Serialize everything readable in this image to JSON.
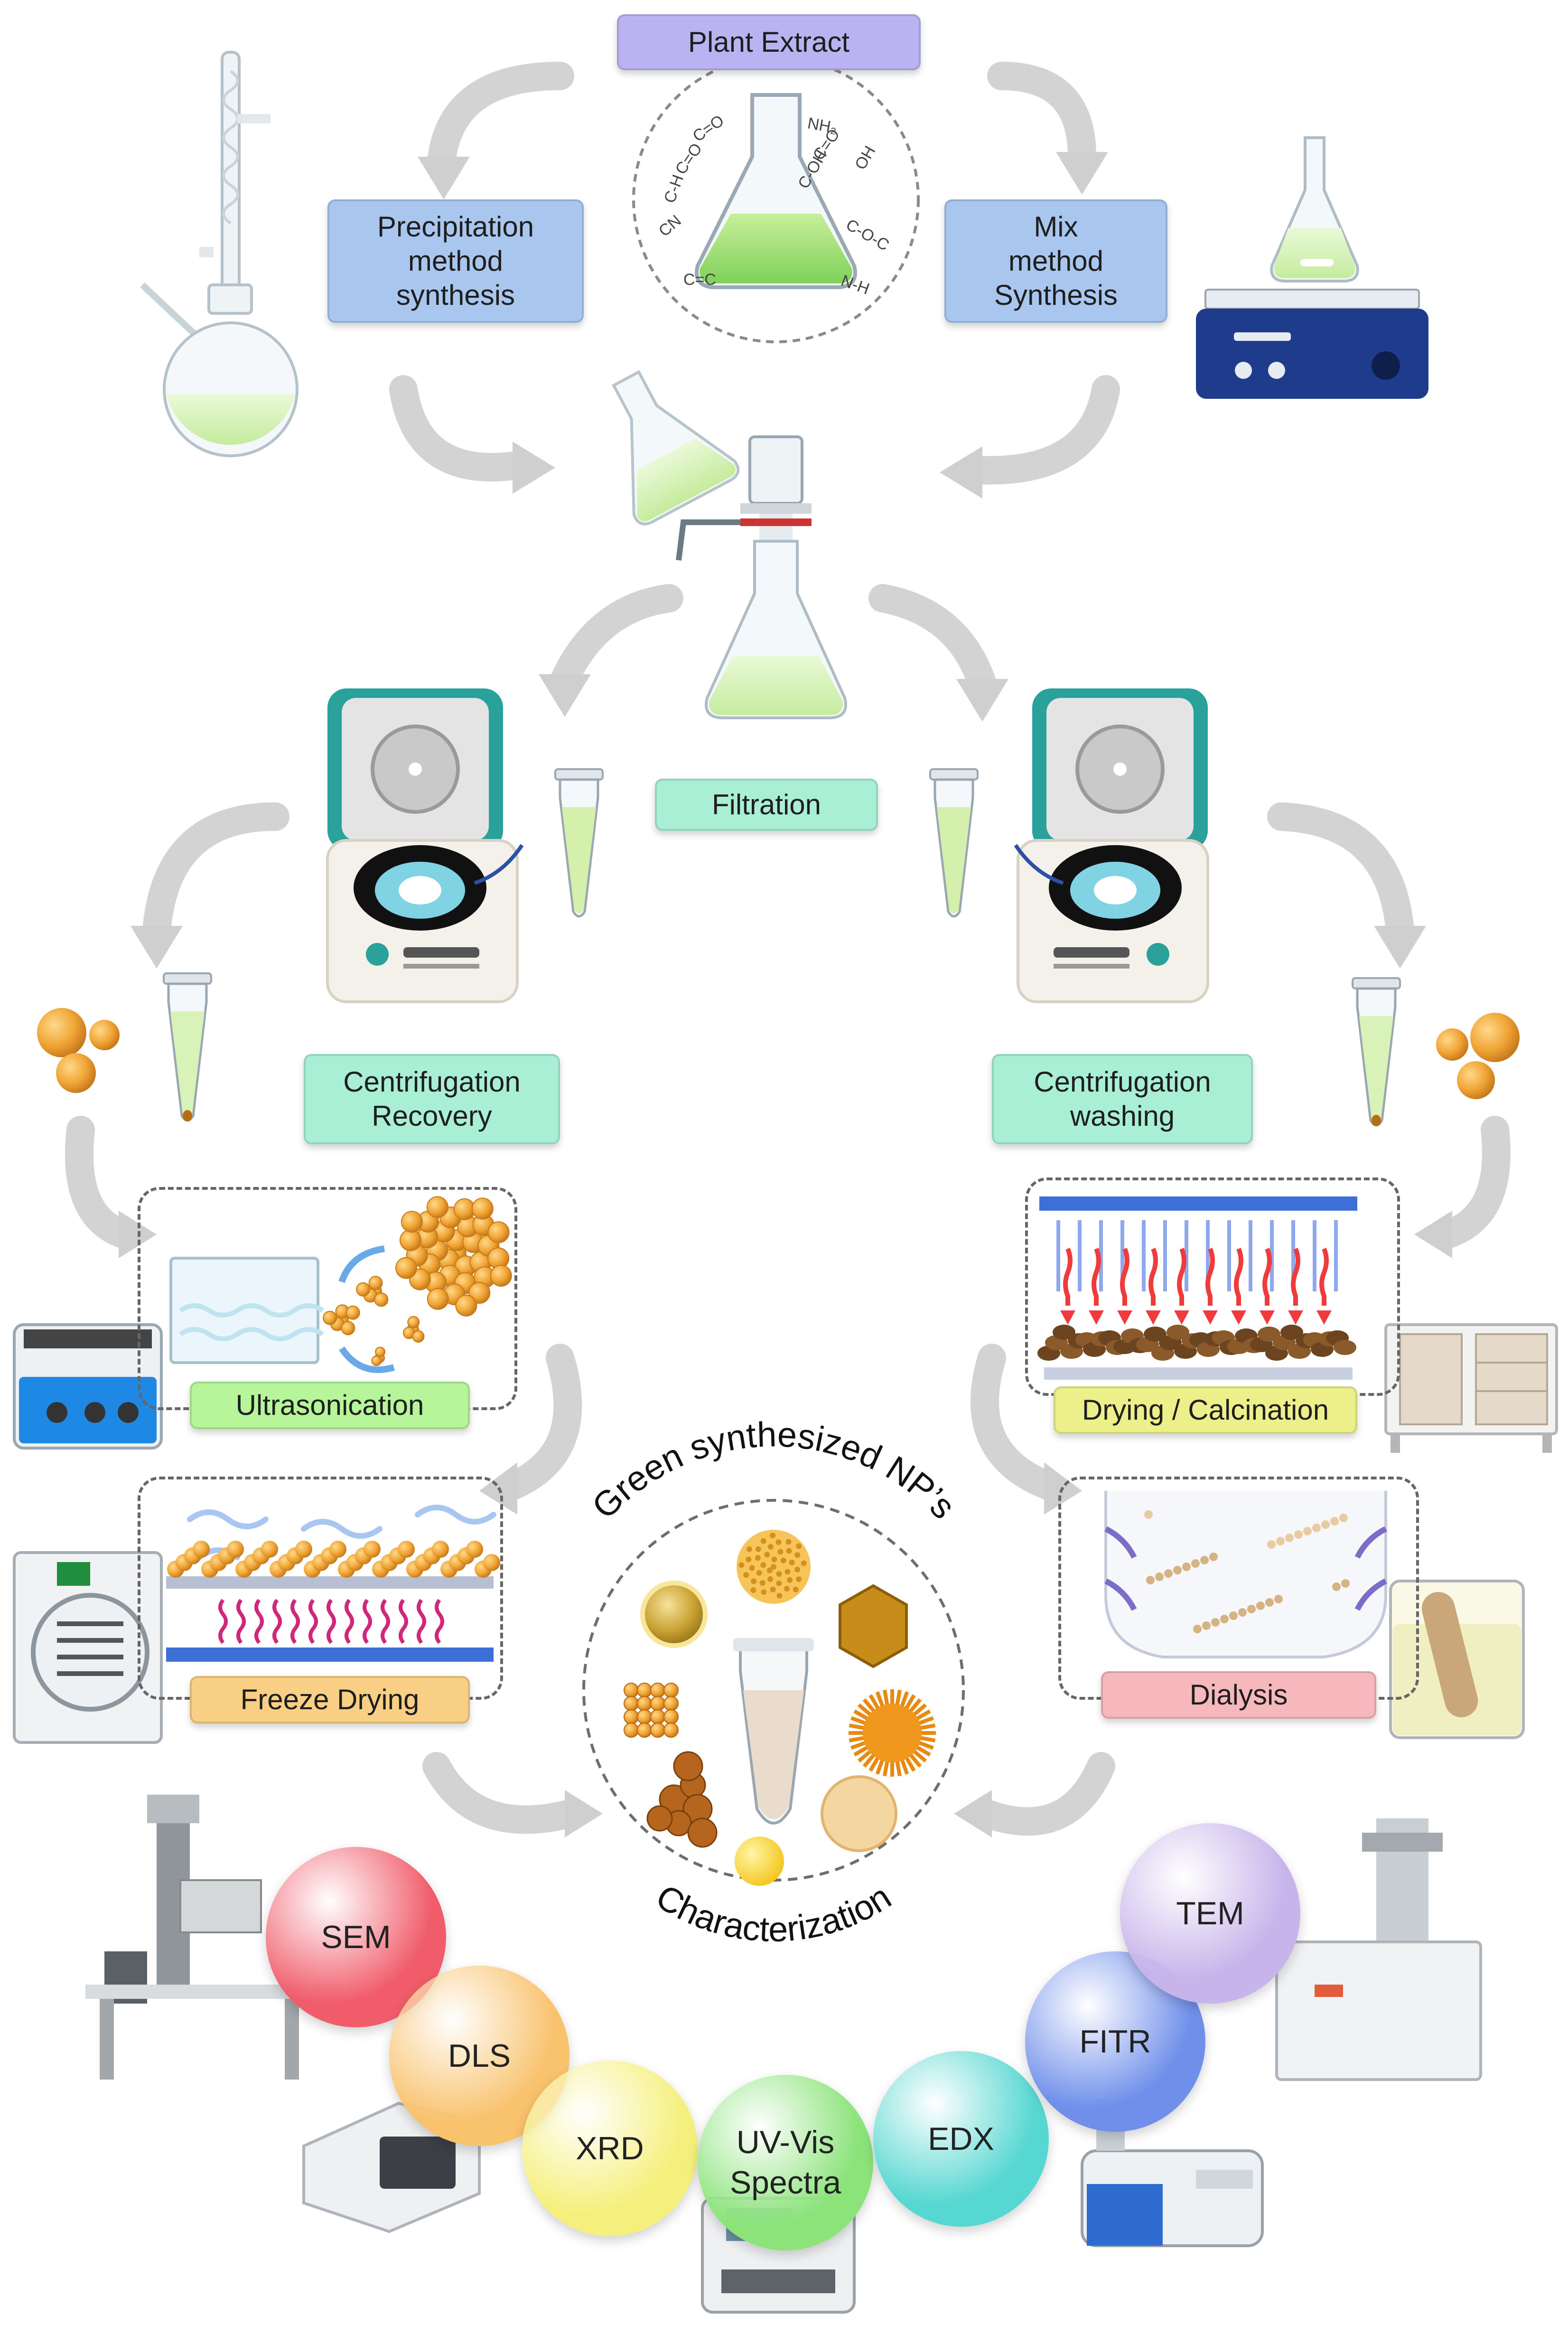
{
  "top": {
    "plant_extract": "Plant Extract"
  },
  "flask_groups": [
    "C=O",
    "NH₂",
    "C=O",
    "C=O",
    "C-H",
    "C-OH",
    "OH",
    "CN",
    "C-O-C",
    "C=C",
    "N-H"
  ],
  "methods": {
    "precipitation": "Precipitation\nmethod\nsynthesis",
    "mix": "Mix\nmethod\nSynthesis"
  },
  "filtration": "Filtration",
  "centrifugation": {
    "recovery": "Centrifugation\nRecovery",
    "washing": "Centrifugation\nwashing"
  },
  "processes": {
    "ultrasonication": "Ultrasonication",
    "drying": "Drying / Calcination",
    "freeze": "Freeze Drying",
    "dialysis": "Dialysis"
  },
  "center": {
    "title": "Green synthesized NP’s",
    "bottom": "Characterization"
  },
  "techniques": [
    "SEM",
    "DLS",
    "XRD",
    "UV-Vis\nSpectra",
    "EDX",
    "FITR",
    "TEM"
  ],
  "colors": {
    "plant_extract": "#b9b3f2",
    "methods": "#a9c6ee",
    "green_labels": "#a8efd6",
    "ultrasonication": "#b7f59a",
    "drying": "#ecef8a",
    "freeze": "#f8cf84",
    "dialysis": "#f6b7bd",
    "sem": "#f05c6a",
    "dls": "#f9c26d",
    "xrd": "#f5f07d",
    "uvvis": "#8be37a",
    "edx": "#57d7d1",
    "fitr": "#6f8fea",
    "tem": "#c6b4ea"
  }
}
